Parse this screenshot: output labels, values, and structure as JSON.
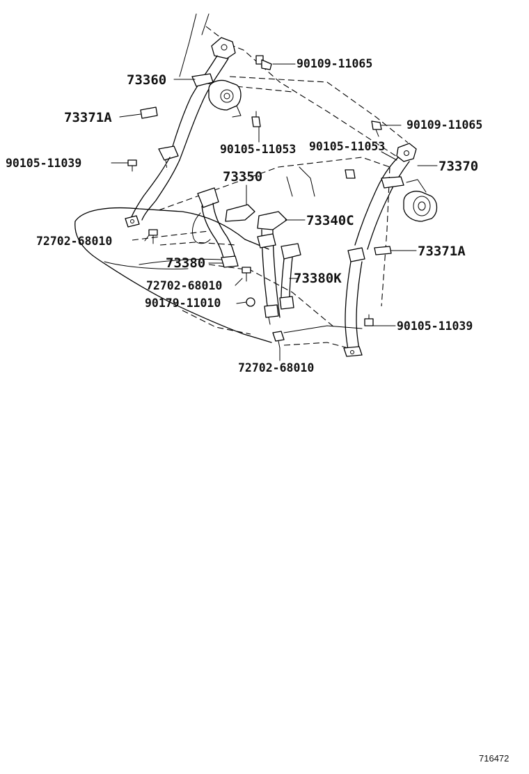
{
  "diagram": {
    "image_id": "716472",
    "parts": {
      "p73360": "73360",
      "p73371a_left": "73371A",
      "p90105_11039_left": "90105-11039",
      "p72702_68010_a": "72702-68010",
      "p90109_11065_top": "90109-11065",
      "p90105_11053_center": "90105-11053",
      "p90109_11065_right": "90109-11065",
      "p90105_11053_right": "90105-11053",
      "p73370": "73370",
      "p73350": "73350",
      "p73340c": "73340C",
      "p73371a_right": "73371A",
      "p73380": "73380",
      "p72702_68010_b": "72702-68010",
      "p73380k": "73380K",
      "p90179_11010": "90179-11010",
      "p90105_11039_right": "90105-11039",
      "p72702_68010_c": "72702-68010"
    }
  }
}
